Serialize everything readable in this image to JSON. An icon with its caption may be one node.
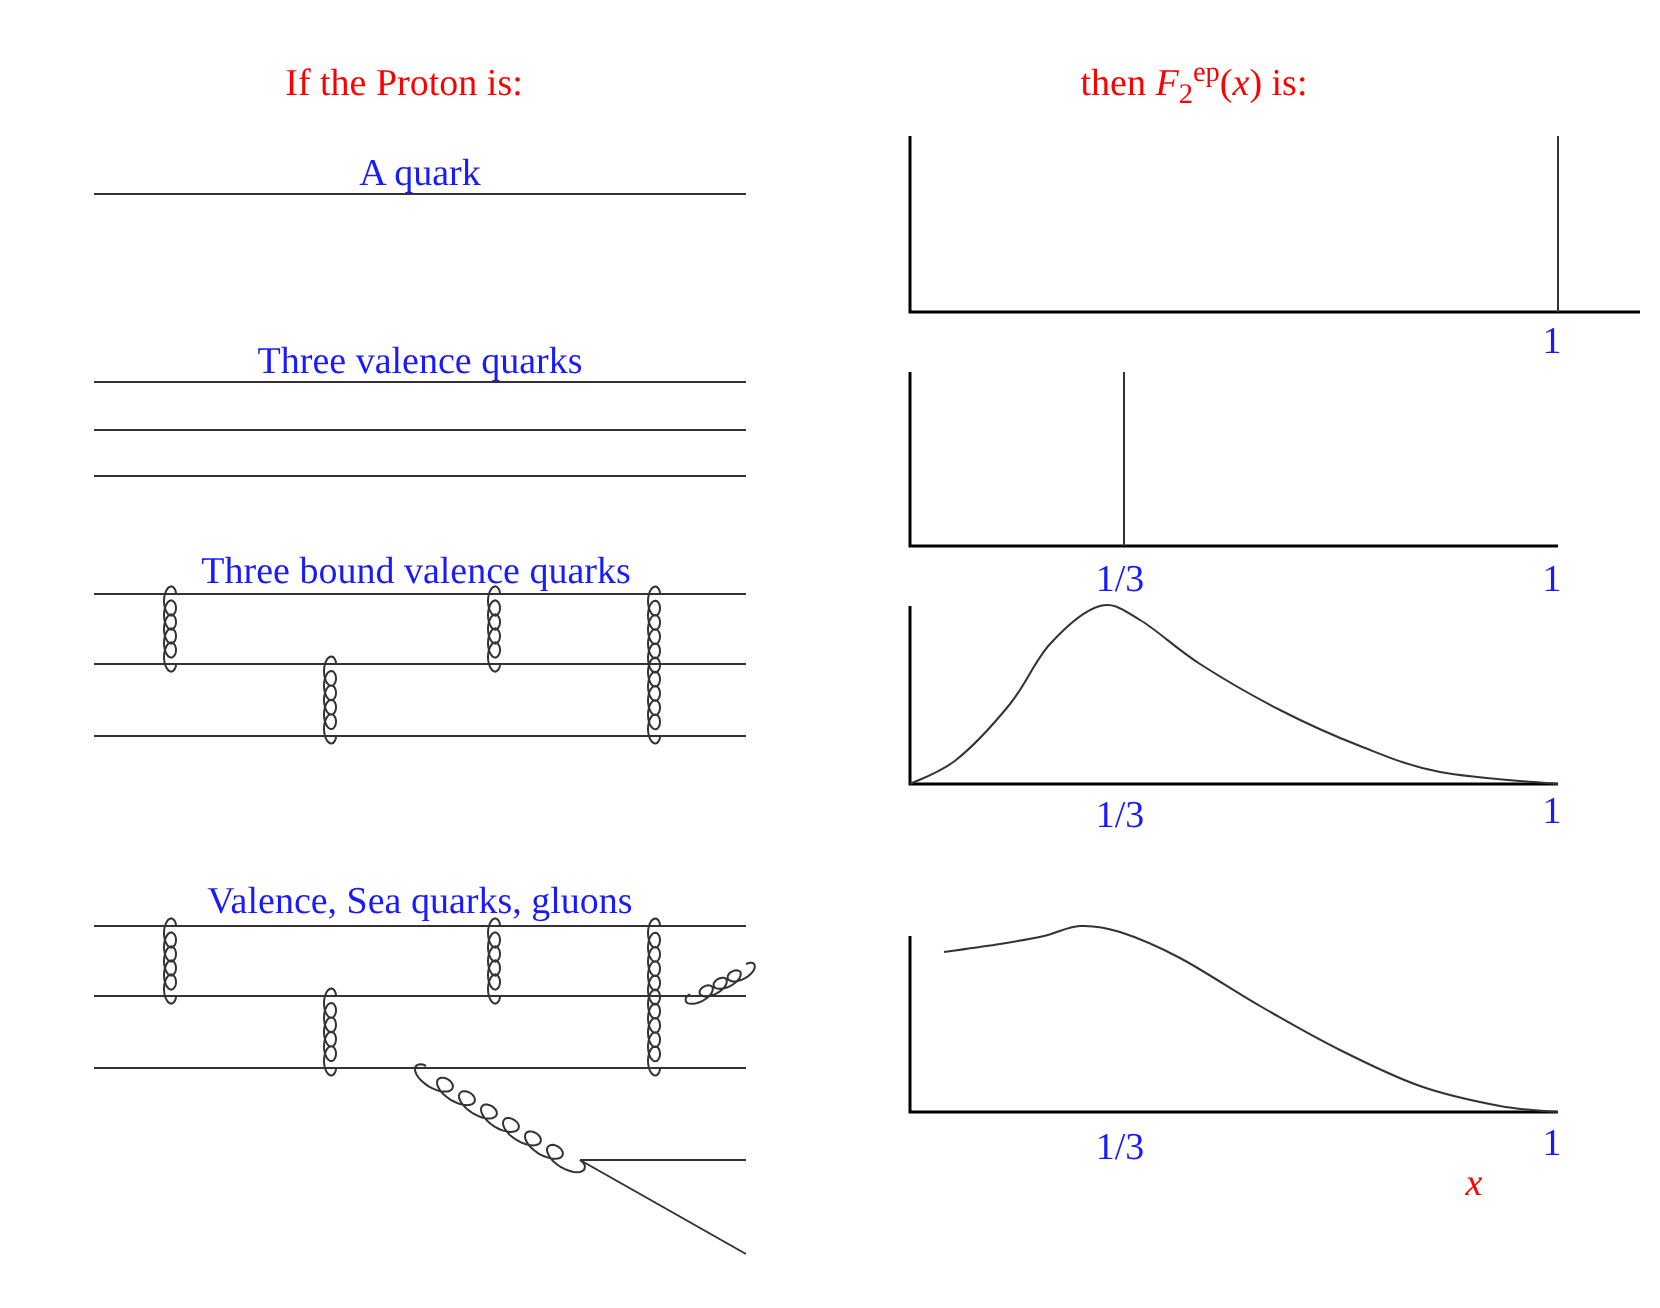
{
  "diagram": {
    "labels": [
      "If the Proton is:",
      "then *F*$_{2}$$^{ep}$(*x*) is:",
      "A quark",
      "1",
      "Three valence quarks",
      "1/3",
      "1",
      "Three bound valence quarks",
      "1/3",
      "1",
      "Valence, Sea quarks, gluons",
      "1/3",
      "1",
      "x"
    ]
  }
}
